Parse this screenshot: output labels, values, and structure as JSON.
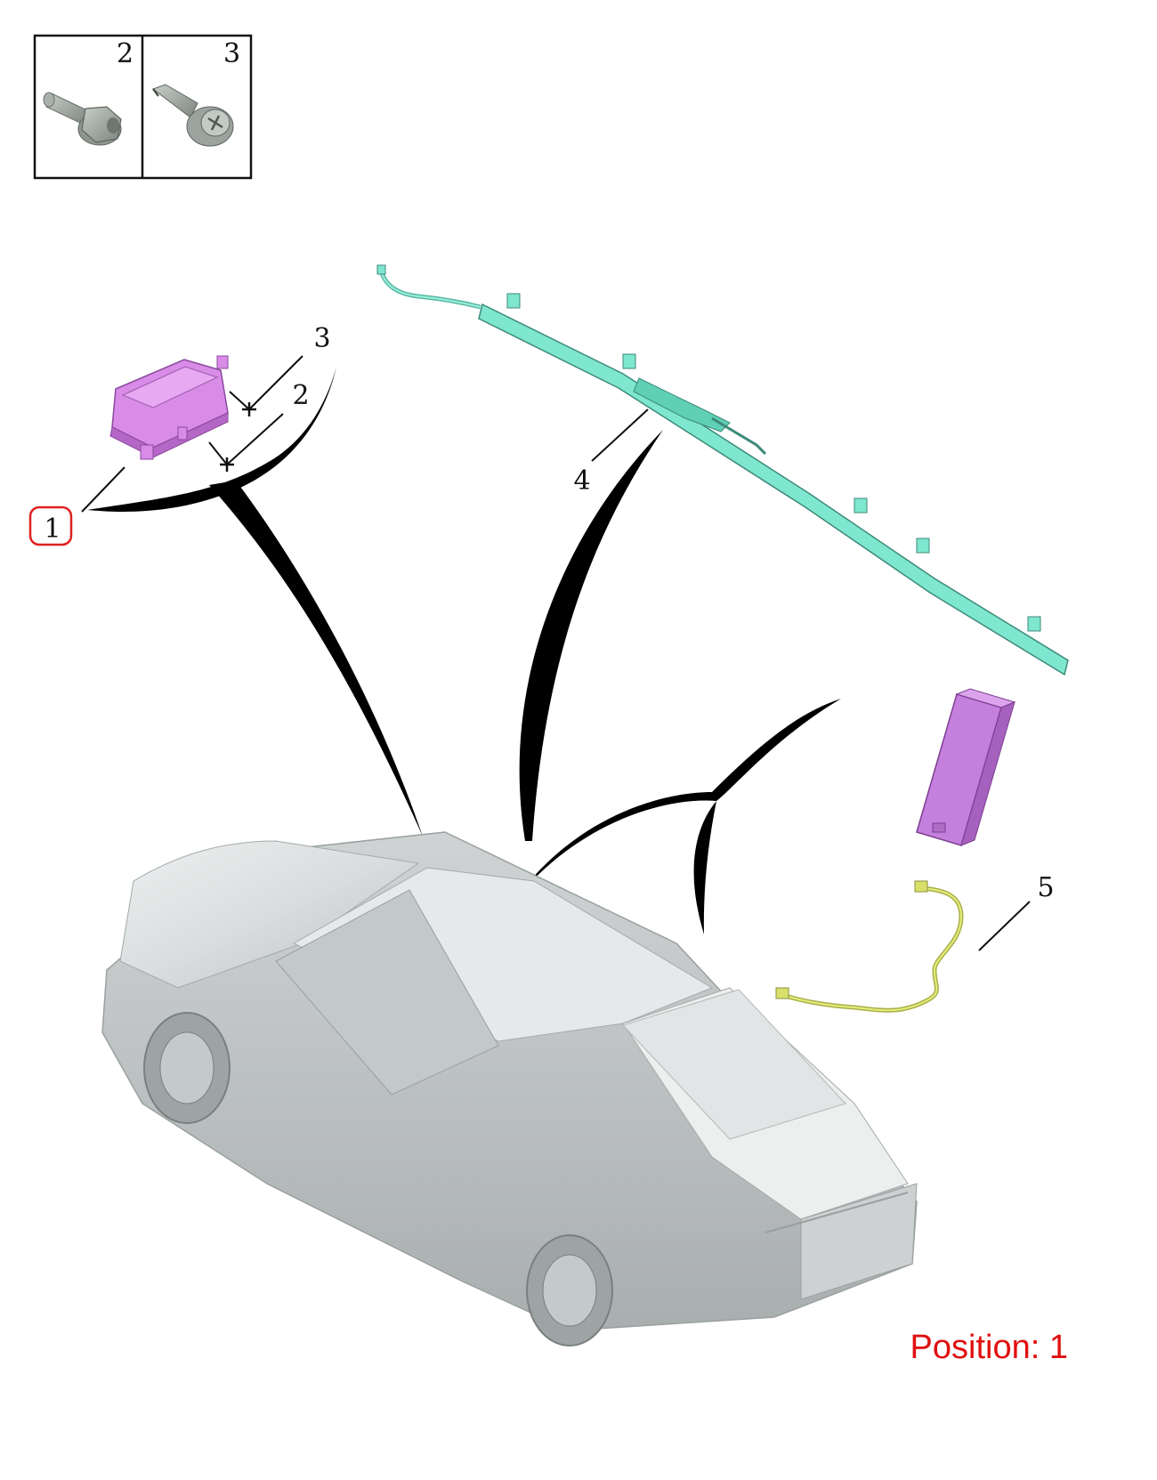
{
  "fastener_panel": {
    "cells": [
      {
        "number": "2",
        "part": "flange-bolt"
      },
      {
        "number": "3",
        "part": "washer-screw"
      }
    ]
  },
  "callouts": {
    "item_1": "1",
    "item_2": "2",
    "item_3": "3",
    "item_4": "4",
    "item_5": "5"
  },
  "selected_item": "1",
  "position_label": "Position: 1",
  "colors": {
    "highlight": "#e02020",
    "airbag_module": "#d98be8",
    "curtain_airbag": "#7fe6cf",
    "sensor": "#c57fdc",
    "harness": "#d9e06a",
    "vehicle_body": "#dfe3e3",
    "position_text": "#e01010"
  },
  "icons": [
    "flange-bolt-icon",
    "washer-screw-icon",
    "airbag-module-icon",
    "curtain-airbag-icon",
    "sensor-icon",
    "wiring-harness-icon",
    "vehicle-icon"
  ]
}
